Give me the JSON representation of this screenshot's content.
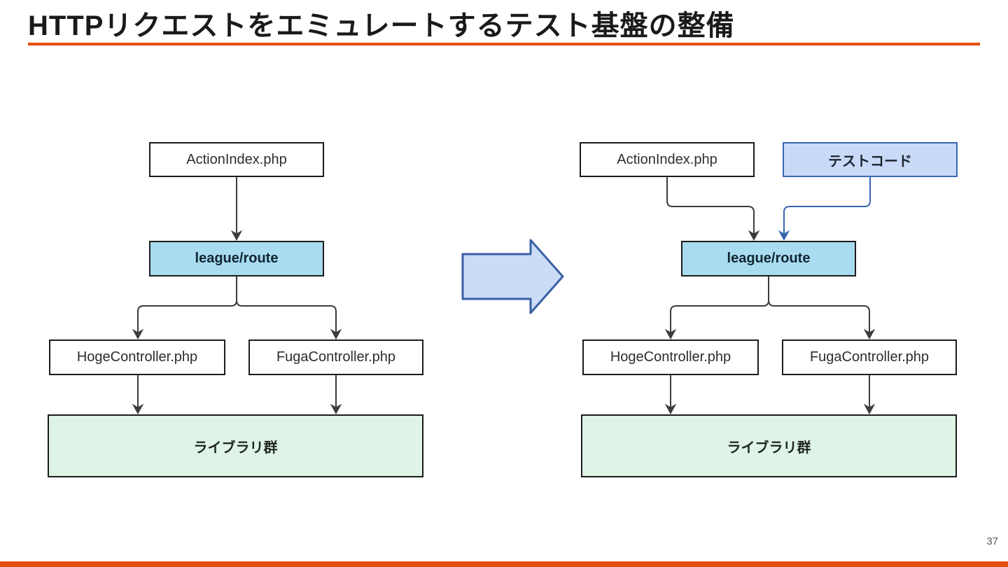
{
  "slide": {
    "title": "HTTPリクエストをエミュレートするテスト基盤の整備",
    "page_number": "37"
  },
  "colors": {
    "accent_orange": "#e74e0f",
    "route_box_fill": "#a9dcf1",
    "testcode_box_fill": "#c9daf8",
    "testcode_box_border": "#3c68b1",
    "libraries_box_fill": "#dff3e6",
    "big_arrow_fill": "#cbdcf6",
    "big_arrow_border": "#3a5fa5",
    "connector_dark": "#3d3d3d",
    "connector_blue": "#3a66ae",
    "node_border": "#1c1c1c"
  },
  "diagram_before": {
    "action_index": "ActionIndex.php",
    "route": "league/route",
    "hoge_controller": "HogeController.php",
    "fuga_controller": "FugaController.php",
    "libraries": "ライブラリ群"
  },
  "diagram_after": {
    "action_index": "ActionIndex.php",
    "test_code": "テストコード",
    "route": "league/route",
    "hoge_controller": "HogeController.php",
    "fuga_controller": "FugaController.php",
    "libraries": "ライブラリ群"
  }
}
